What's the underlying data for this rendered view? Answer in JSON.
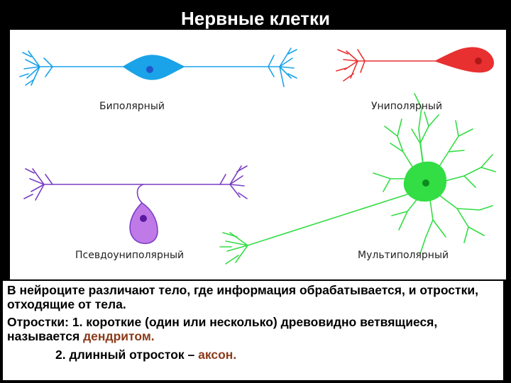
{
  "slide": {
    "title": "Нервные клетки"
  },
  "figure": {
    "labels": {
      "bipolar": "Биполярный",
      "unipolar": "Униполярный",
      "pseudounipolar": "Псевдоуниполярный",
      "multipolar": "Мультиполярный"
    },
    "colors": {
      "bipolar": "#1aa3e8",
      "unipolar": "#e83030",
      "pseudounipolar": "#7a3fc4",
      "pseudounipolar_body": "#c07ae8",
      "multipolar": "#33dd44",
      "nucleus_bipolar": "#2255cc",
      "nucleus_unipolar": "#b01818",
      "nucleus_pseudo": "#5a1aa0",
      "nucleus_multi": "#0c8a1c"
    }
  },
  "text": {
    "para1": "В нейроците различают тело, где информация обрабатывается, и отростки, отходящие от тела.",
    "para2_prefix": "Отростки: 1. короткие (один или несколько) древовидно ветвящиеся, называется ",
    "dendrite_term": "дендритом.",
    "para3_prefix": "2. длинный отросток – ",
    "axon_term": "аксон."
  }
}
